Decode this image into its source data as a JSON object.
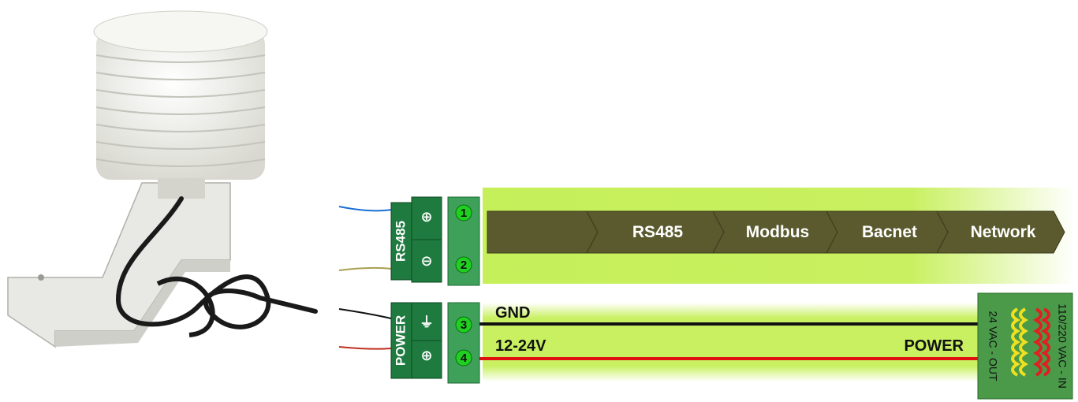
{
  "rs485_terminal": {
    "label": "RS485",
    "pin_plus_symbol": "⊕",
    "pin_minus_symbol": "⊖",
    "pins": [
      "1",
      "2"
    ]
  },
  "power_terminal": {
    "label": "POWER",
    "pin_ground_symbol": "⏚",
    "pin_plus_symbol": "⊕",
    "pins": [
      "3",
      "4"
    ]
  },
  "bus": {
    "segments": [
      "",
      "RS485",
      "Modbus",
      "Bacnet",
      "Network"
    ]
  },
  "power_lines": {
    "gnd_label": "GND",
    "voltage_label": "12-24V",
    "power_label": "POWER"
  },
  "transformer": {
    "in_label": "110/220 VAC - IN",
    "out_label": "24 VAC - OUT"
  },
  "colors": {
    "terminal_green": "#1e7a3e",
    "pin_green": "#3fa05a",
    "pin_badge": "#20d020",
    "band_lime": "#c8f060",
    "arrow_olive": "#5a5a2e",
    "wire_blue": "#1a6fd6",
    "wire_olive": "#a8a050",
    "wire_black": "#111111",
    "wire_red": "#c03020",
    "line_red": "#e01010",
    "coil_yellow": "#f0e020",
    "coil_red": "#e02020"
  },
  "icons": [
    "sensor-product-photo",
    "transformer-coil-icon",
    "ground-icon"
  ]
}
